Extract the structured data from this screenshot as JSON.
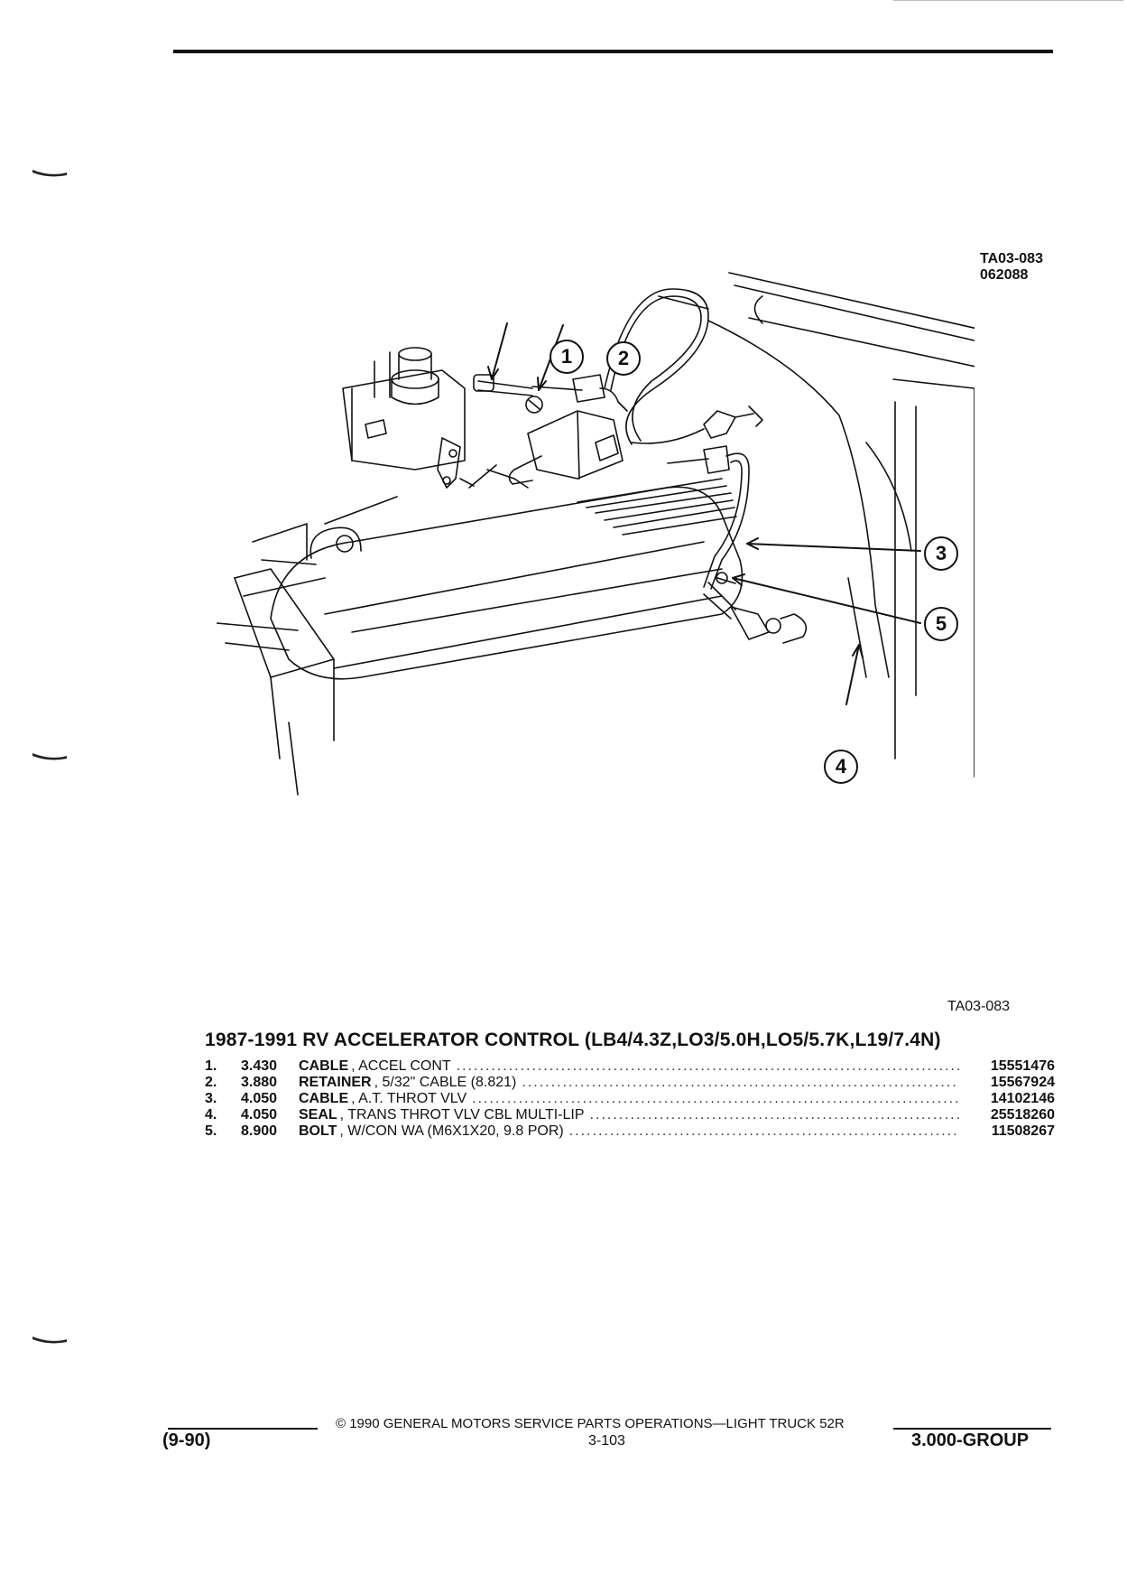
{
  "figure": {
    "code": "TA03-083",
    "date_code": "062088",
    "ref": "TA03-083",
    "callouts": [
      "1",
      "2",
      "3",
      "4",
      "5"
    ]
  },
  "title": "1987-1991 RV ACCELERATOR CONTROL (LB4/4.3Z,LO3/5.0H,LO5/5.7K,L19/7.4N)",
  "parts": [
    {
      "num": "1.",
      "group": "3.430",
      "name": "CABLE",
      "desc": ", ACCEL CONT",
      "part_no": "15551476"
    },
    {
      "num": "2.",
      "group": "3.880",
      "name": "RETAINER",
      "desc": ", 5/32\" CABLE (8.821)",
      "part_no": "15567924"
    },
    {
      "num": "3.",
      "group": "4.050",
      "name": "CABLE",
      "desc": ", A.T. THROT VLV",
      "part_no": "14102146"
    },
    {
      "num": "4.",
      "group": "4.050",
      "name": "SEAL",
      "desc": ", TRANS THROT VLV CBL MULTI-LIP",
      "part_no": "25518260"
    },
    {
      "num": "5.",
      "group": "8.900",
      "name": "BOLT",
      "desc": ", W/CON WA (M6X1X20, 9.8 POR)",
      "part_no": "11508267"
    }
  ],
  "footer": {
    "copyright": "© 1990 GENERAL MOTORS SERVICE PARTS OPERATIONS—LIGHT TRUCK 52R",
    "date": "(9-90)",
    "page": "3-103",
    "group": "3.000-GROUP"
  }
}
